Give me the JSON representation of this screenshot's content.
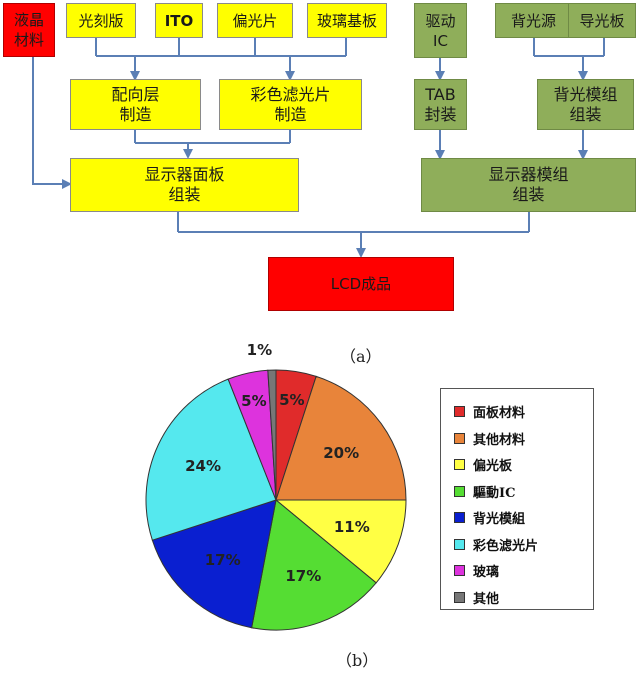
{
  "diagram": {
    "boxes": {
      "lcd_material": "液晶\n材料",
      "photomask": "光刻版",
      "ito": "ITO",
      "polarizer": "偏光片",
      "glass_substrate": "玻璃基板",
      "driver_ic": "驱动\nIC",
      "backlight_source": "背光源",
      "light_guide": "导光板",
      "alignment_layer": "配向层\n制造",
      "color_filter": "彩色滤光片\n制造",
      "tab_packaging": "TAB\n封装",
      "backlight_module": "背光模组\n组装",
      "panel_assembly": "显示器面板\n组装",
      "module_assembly": "显示器模组\n组装",
      "lcd_product": "LCD成品"
    },
    "caption": "（a）"
  },
  "pie": {
    "caption": "（b）",
    "colors": {
      "line": "#5b7fb5",
      "yellow_box": "#ffff00",
      "green_box": "#8fae5a",
      "red_box": "#ff0000"
    }
  },
  "chart_data": {
    "type": "pie",
    "title": "",
    "legend_position": "right",
    "slices": [
      {
        "name": "面板材料",
        "value": 5,
        "label": "5%",
        "color": "#e02b2b"
      },
      {
        "name": "其他材料",
        "value": 20,
        "label": "20%",
        "color": "#e8843a"
      },
      {
        "name": "偏光板",
        "value": 11,
        "label": "11%",
        "color": "#ffff44"
      },
      {
        "name": "驅動IC",
        "value": 17,
        "label": "17%",
        "color": "#55dd33"
      },
      {
        "name": "背光模組",
        "value": 17,
        "label": "17%",
        "color": "#0a1fd0"
      },
      {
        "name": "彩色滤光片",
        "value": 24,
        "label": "24%",
        "color": "#55e8ee"
      },
      {
        "name": "玻璃",
        "value": 5,
        "label": "5%",
        "color": "#dd33dd"
      },
      {
        "name": "其他",
        "value": 1,
        "label": "1%",
        "color": "#777777"
      }
    ]
  }
}
